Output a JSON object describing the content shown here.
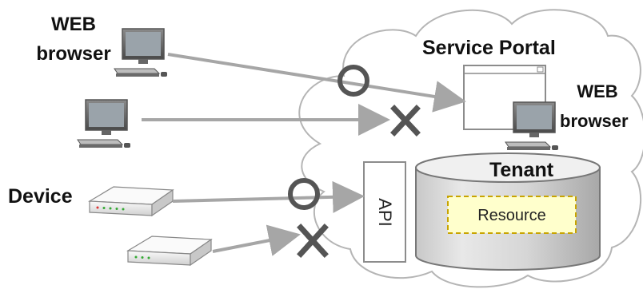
{
  "labels": {
    "web_browser_client_line1": "WEB",
    "web_browser_client_line2": "browser",
    "service_portal": "Service Portal",
    "web_browser_portal_line1": "WEB",
    "web_browser_portal_line2": "browser",
    "device": "Device",
    "tenant": "Tenant",
    "resource": "Resource",
    "api": "API"
  },
  "colors": {
    "arrow": "#a6a6a6",
    "mark": "#555555",
    "cloud_stroke": "#b5b5b5",
    "resource_fill": "#ffffcc",
    "resource_border": "#c8a400"
  },
  "connections": [
    {
      "from": "web-browser-client-1",
      "to": "service-portal",
      "result": "allowed",
      "mark": "circle"
    },
    {
      "from": "pc-client-2",
      "to": "service-portal",
      "result": "denied",
      "mark": "cross"
    },
    {
      "from": "device-1",
      "to": "api",
      "result": "allowed",
      "mark": "circle"
    },
    {
      "from": "device-2",
      "to": "api",
      "result": "denied",
      "mark": "cross"
    }
  ]
}
